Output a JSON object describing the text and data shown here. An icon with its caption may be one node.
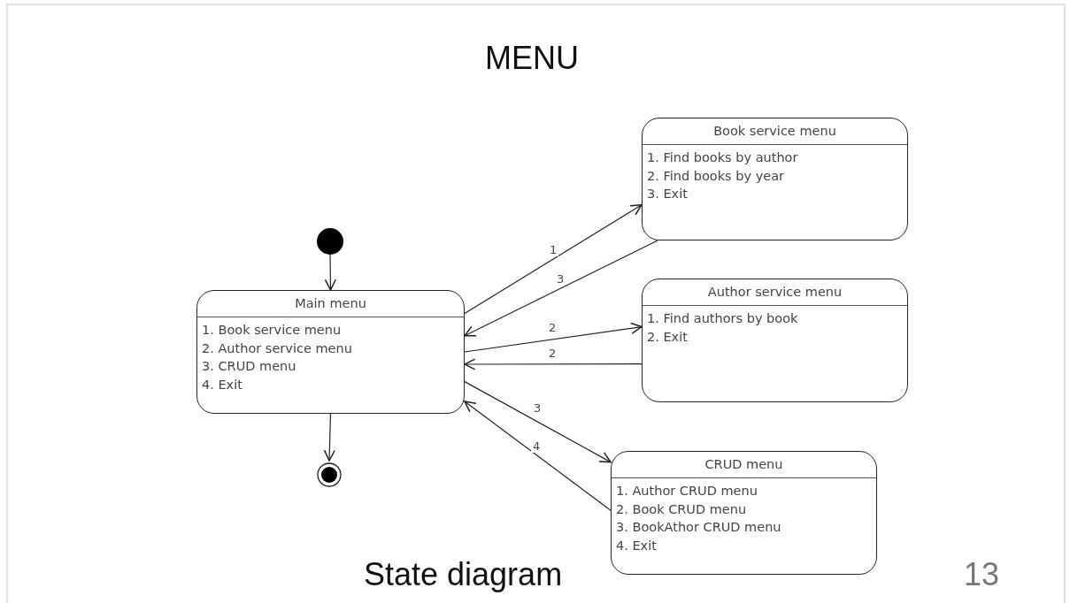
{
  "diagram": {
    "title": "MENU",
    "caption": "State diagram",
    "nodes": [
      {
        "text": [],
        "shape": "circle"
      },
      {
        "text": [
          "Main menu",
          "1. Book service menu",
          "2. Author service menu",
          "3. CRUD menu",
          "4. Exit"
        ]
      },
      {
        "text": [
          "Book service menu",
          "1. Find books by author",
          "2. Find books by year",
          "3. Exit"
        ]
      },
      {
        "text": [
          "Author service menu",
          "1. Find authors by book",
          "2. Exit"
        ]
      },
      {
        "text": [
          "CRUD menu",
          "1. Author CRUD menu",
          "2. Book CRUD menu",
          "3. BookAthor CRUD menu",
          "4. Exit"
        ]
      },
      {
        "text": [],
        "shape": "circle"
      }
    ],
    "edges": [
      {
        "from": 0,
        "to": 1,
        "arrow": "to"
      },
      {
        "from": 1,
        "to": 5,
        "arrow": "to"
      },
      {
        "from": 1,
        "to": 2,
        "label": "1",
        "arrow": "to"
      },
      {
        "from": 2,
        "to": 1,
        "label": "3",
        "arrow": "to"
      },
      {
        "from": 1,
        "to": 3,
        "label": "2",
        "arrow": "to"
      },
      {
        "from": 3,
        "to": 1,
        "label": "2",
        "arrow": "to"
      },
      {
        "from": 1,
        "to": 4,
        "label": "3",
        "arrow": "to"
      },
      {
        "from": 4,
        "to": 1,
        "label": "4",
        "arrow": "to"
      }
    ],
    "labels": [
      "13"
    ]
  }
}
